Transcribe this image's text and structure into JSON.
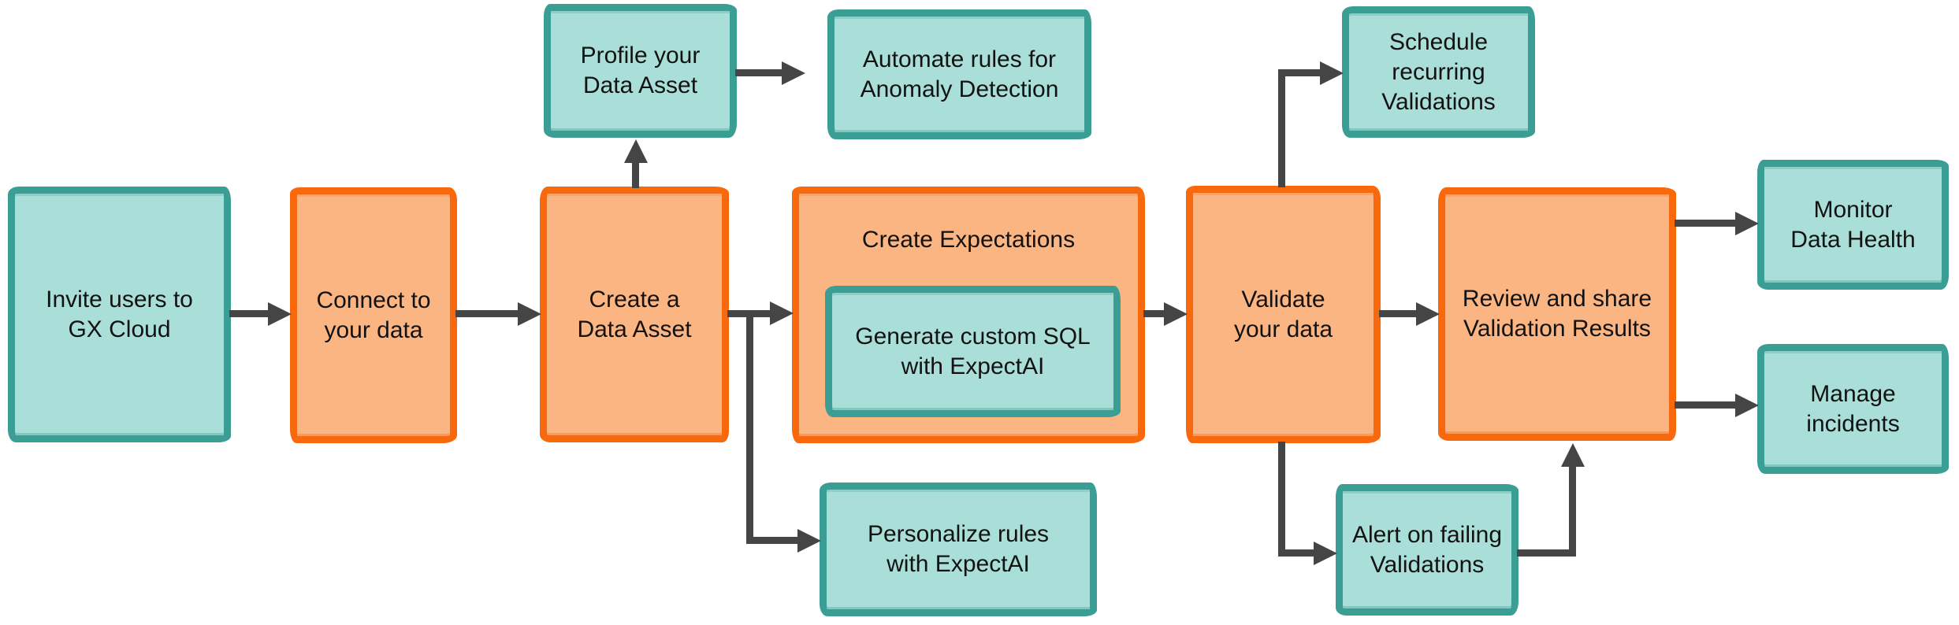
{
  "diagram": {
    "kind": "flowchart",
    "background": "#ffffff",
    "colors": {
      "teal_border": "#3B9E95",
      "teal_fill": "#A9DFD8",
      "orange_border": "#F8680D",
      "orange_fill": "#FBB583",
      "arrow": "#454545",
      "text": "#121212"
    },
    "nodes": {
      "invite_users": {
        "label": "Invite users to\nGX Cloud",
        "style": "teal"
      },
      "connect_data": {
        "label": "Connect to\nyour data",
        "style": "orange"
      },
      "create_asset": {
        "label": "Create a\nData Asset",
        "style": "orange"
      },
      "profile_asset": {
        "label": "Profile your\nData Asset",
        "style": "teal"
      },
      "automate_rules": {
        "label": "Automate rules for\nAnomaly Detection",
        "style": "teal"
      },
      "create_expectations": {
        "label": "Create Expectations",
        "style": "orange"
      },
      "generate_sql": {
        "label": "Generate custom SQL\nwith ExpectAI",
        "style": "teal",
        "nested_in": "create_expectations"
      },
      "validate_data": {
        "label": "Validate\nyour data",
        "style": "orange"
      },
      "schedule_validations": {
        "label": "Schedule\nrecurring\nValidations",
        "style": "teal"
      },
      "review_share": {
        "label": "Review and share\nValidation Results",
        "style": "orange"
      },
      "monitor_health": {
        "label": "Monitor\nData Health",
        "style": "teal"
      },
      "manage_incidents": {
        "label": "Manage\nincidents",
        "style": "teal"
      },
      "personalize_rules": {
        "label": "Personalize rules\nwith ExpectAI",
        "style": "teal"
      },
      "alert_validations": {
        "label": "Alert on failing\nValidations",
        "style": "teal"
      }
    },
    "edges": [
      {
        "from": "invite_users",
        "to": "connect_data"
      },
      {
        "from": "connect_data",
        "to": "create_asset"
      },
      {
        "from": "create_asset",
        "to": "profile_asset"
      },
      {
        "from": "profile_asset",
        "to": "automate_rules"
      },
      {
        "from": "create_asset",
        "to": "create_expectations"
      },
      {
        "from": "create_asset",
        "to": "personalize_rules"
      },
      {
        "from": "create_expectations",
        "to": "validate_data"
      },
      {
        "from": "validate_data",
        "to": "schedule_validations"
      },
      {
        "from": "validate_data",
        "to": "review_share"
      },
      {
        "from": "validate_data",
        "to": "alert_validations"
      },
      {
        "from": "alert_validations",
        "to": "review_share"
      },
      {
        "from": "review_share",
        "to": "monitor_health"
      },
      {
        "from": "review_share",
        "to": "manage_incidents"
      }
    ]
  }
}
